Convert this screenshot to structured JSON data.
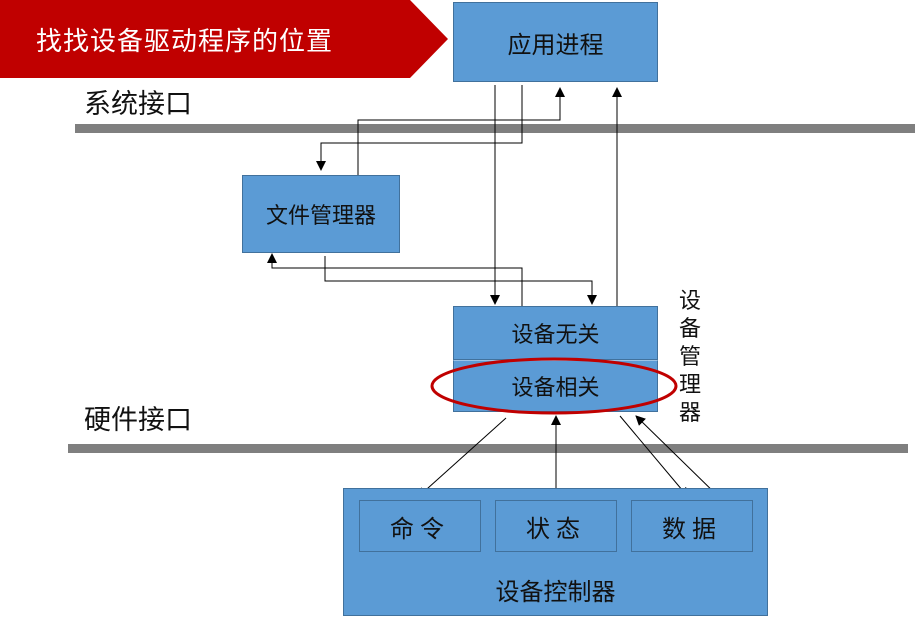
{
  "title": "找找设备驱动程序的位置",
  "interfaces": {
    "system": "系统接口",
    "hardware": "硬件接口"
  },
  "boxes": {
    "app_process": "应用进程",
    "file_manager": "文件管理器",
    "device_independent": "设备无关",
    "device_dependent": "设备相关",
    "device_controller": "设备控制器"
  },
  "controller_parts": {
    "command": "命令",
    "status": "状态",
    "data": "数据"
  },
  "device_manager_label": "设备管理器",
  "colors": {
    "banner": "#c00000",
    "box_fill": "#5b9bd5",
    "box_border": "#41719c",
    "interface_line": "#7f7f7f",
    "highlight_ellipse": "#c00000"
  }
}
